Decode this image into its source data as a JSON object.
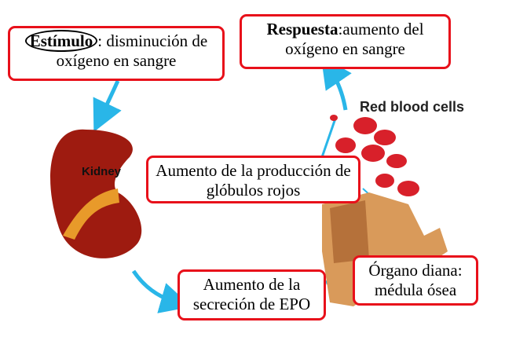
{
  "stimulus": {
    "label": "Estímulo",
    "text": "disminución de oxígeno en sangre"
  },
  "response": {
    "label": "Respuesta",
    "text": "aumento del oxígeno en sangre"
  },
  "production": {
    "text": "Aumento de la producción de glóbulos rojos"
  },
  "epo": {
    "text": "Aumento de la secreción de EPO"
  },
  "target": {
    "text": "Órgano diana: médula ósea"
  },
  "labels": {
    "kidney": "Kidney",
    "rbc": "Red blood cells"
  },
  "colors": {
    "border": "#e8101a",
    "arrow": "#29b6e8",
    "kidney": "#9e1b10"
  }
}
